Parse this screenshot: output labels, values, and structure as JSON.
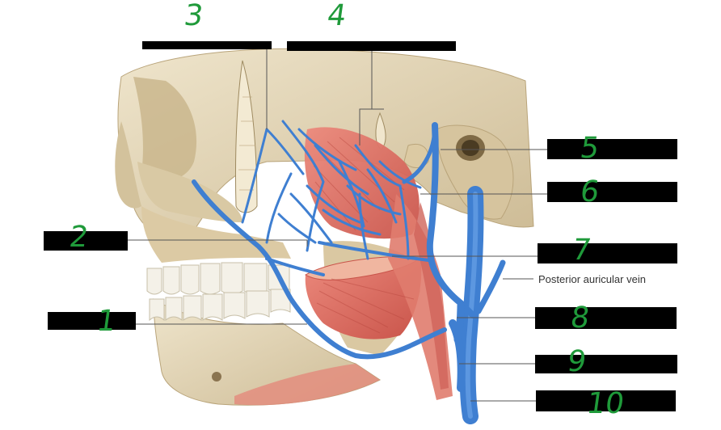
{
  "labels": {
    "posterior_auricular_vein": "Posterior auricular vein"
  },
  "handwritten_numbers": [
    "3",
    "4",
    "5",
    "6",
    "2",
    "7",
    "1",
    "8",
    "9",
    "10"
  ],
  "colors": {
    "bone": "#e2d5b8",
    "bone_shadow": "#c9b58e",
    "muscle": "#e27468",
    "muscle_dark": "#c9544a",
    "vein": "#3f7fd1",
    "vein_dark": "#2c5fa8",
    "teeth": "#f4f1e8",
    "leader_line": "#555555",
    "label_box": "#000000",
    "handwriting": "#1f9a3a"
  }
}
